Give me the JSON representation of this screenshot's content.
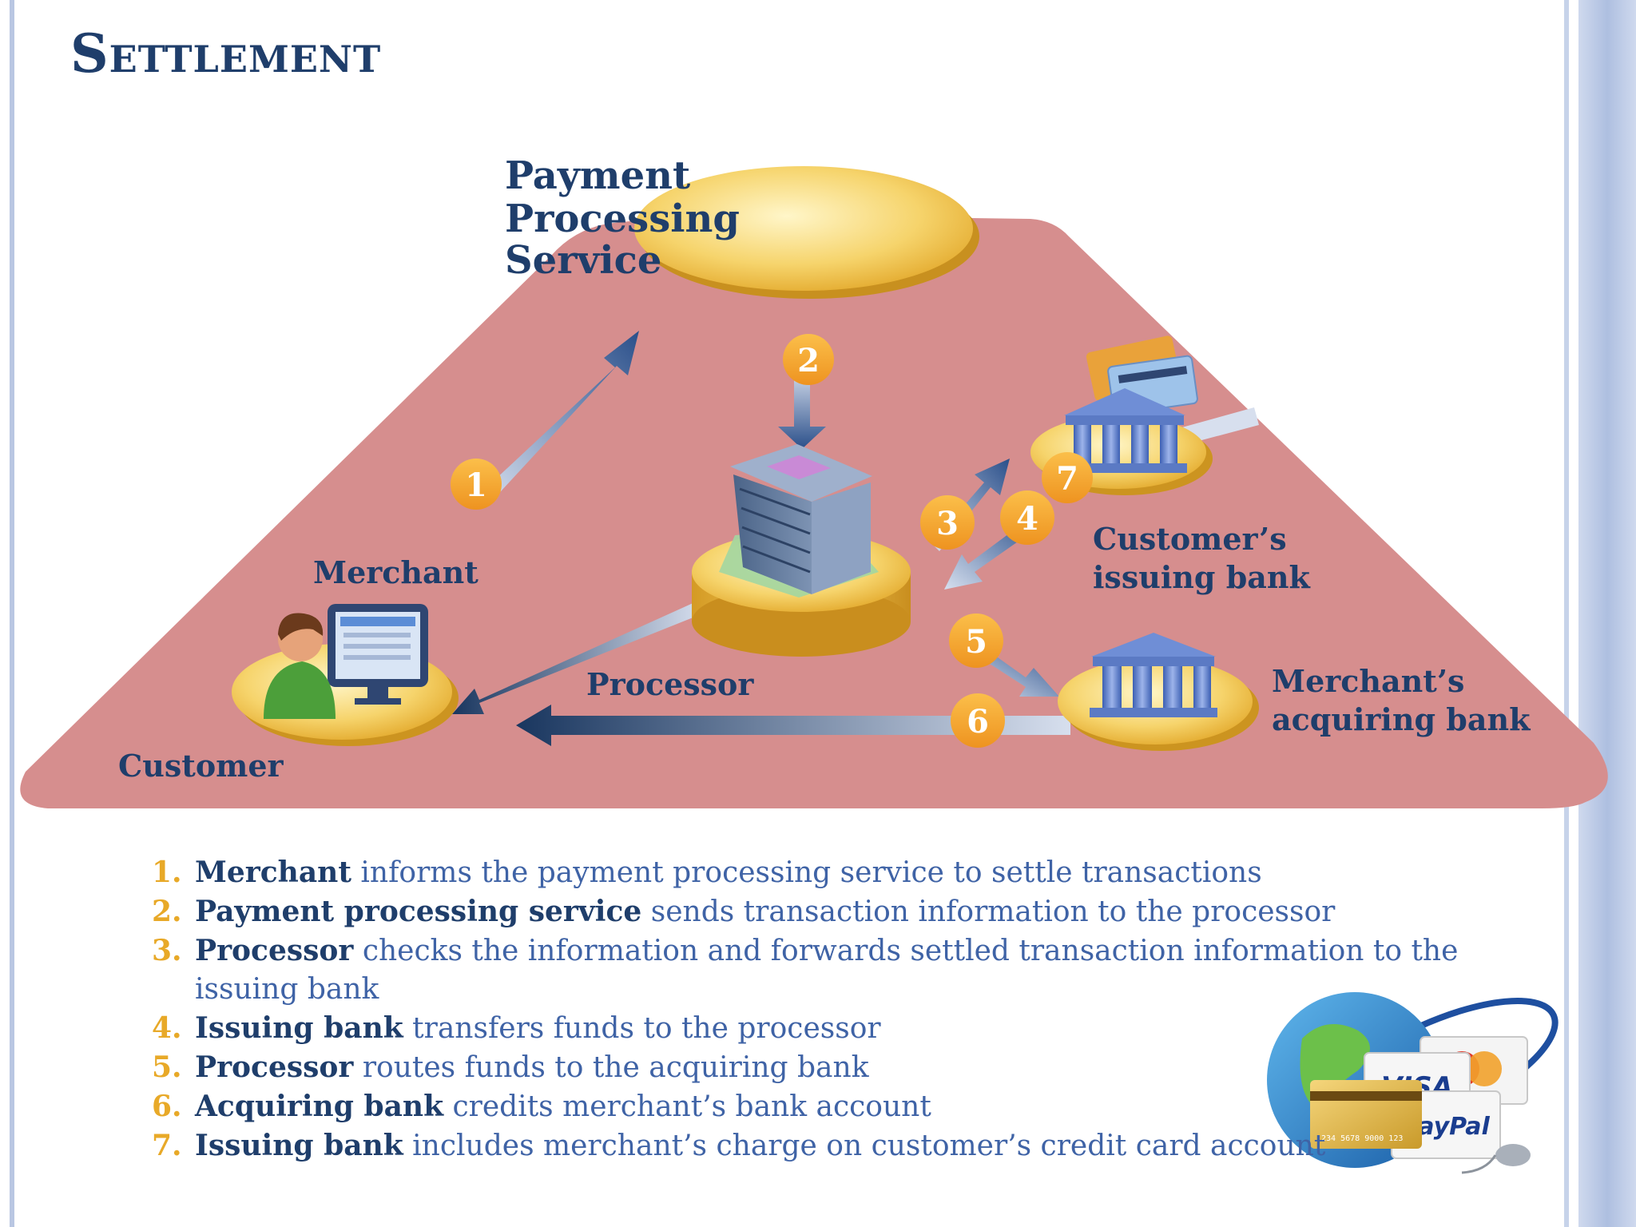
{
  "slide": {
    "title": "Settlement"
  },
  "diagram": {
    "labels": {
      "payment_service": [
        "Payment",
        "Processing",
        "Service"
      ],
      "merchant": "Merchant",
      "customer": "Customer",
      "processor": "Processor",
      "issuing_bank": [
        "Customer’s",
        "issuing bank"
      ],
      "acquiring_bank": [
        "Merchant’s",
        "acquiring bank"
      ]
    },
    "step_markers": [
      "1",
      "2",
      "3",
      "4",
      "5",
      "6",
      "7"
    ]
  },
  "steps": [
    {
      "num": "1.",
      "actor": "Merchant",
      "text": " informs the payment processing service to settle transactions"
    },
    {
      "num": "2.",
      "actor": "Payment processing service",
      "text": " sends transaction information to the processor"
    },
    {
      "num": "3.",
      "actor": "Processor",
      "text": " checks the information and forwards settled transaction information to the issuing bank"
    },
    {
      "num": "4.",
      "actor": "Issuing bank",
      "text": " transfers funds to the processor"
    },
    {
      "num": "5.",
      "actor": "Processor",
      "text": " routes funds to the acquiring bank"
    },
    {
      "num": "6.",
      "actor": "Acquiring bank",
      "text": " credits merchant’s bank account"
    },
    {
      "num": "7.",
      "actor": "Issuing bank",
      "text": " includes merchant’s charge on customer’s credit card account"
    }
  ],
  "clipart": {
    "card_brands": [
      "VISA",
      "PayPal"
    ],
    "card_number": "1234 5678 9000 123"
  },
  "colors": {
    "title": "#1f3e6b",
    "accent_orange": "#f2a22c",
    "pyramid": "#d68e8e",
    "list_text": "#3f63a6"
  }
}
